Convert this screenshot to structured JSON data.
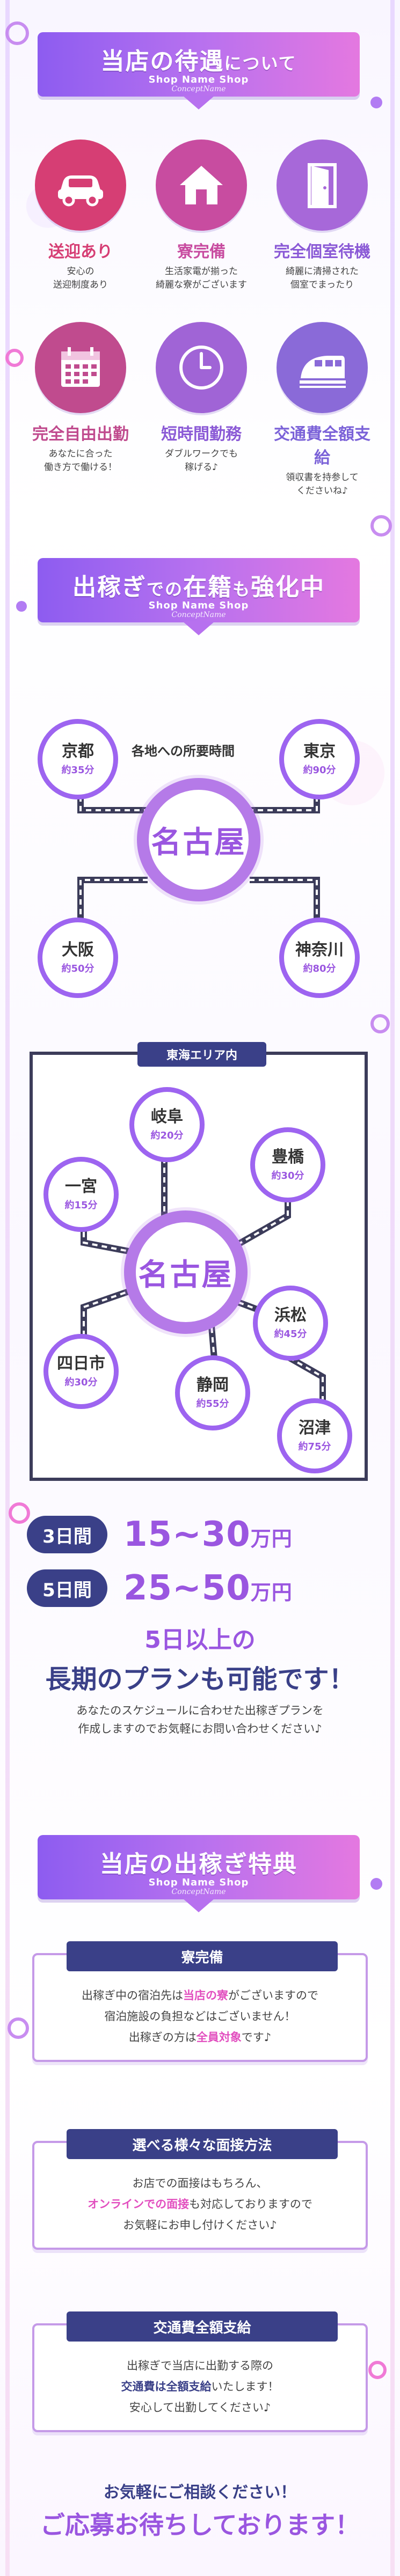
{
  "section1": {
    "title_main": "当店の待遇",
    "title_small": "について",
    "subtitle": "Shop Name Shop",
    "script": "ConceptName"
  },
  "treatments": [
    {
      "title": "送迎あり",
      "desc": "安心の\n送迎制度あり",
      "icon": "car-icon"
    },
    {
      "title": "寮完備",
      "desc": "生活家電が揃った\n綺麗な寮がございます",
      "icon": "house-icon"
    },
    {
      "title": "完全個室待機",
      "desc": "綺麗に清掃された\n個室でまったり",
      "icon": "door-icon"
    },
    {
      "title": "完全自由出勤",
      "desc": "あなたに合った\n働き方で働ける！",
      "icon": "calendar-icon"
    },
    {
      "title": "短時間勤務",
      "desc": "ダブルワークでも\n稼げる♪",
      "icon": "clock-icon"
    },
    {
      "title": "交通費全額支給",
      "desc": "領収書を持参して\nくださいね♪",
      "icon": "train-icon"
    }
  ],
  "colors": {
    "accent": "#9a56e0",
    "accent_pink": "#e24fbf",
    "navy": "#3a4088",
    "treat_red": "#d63e74",
    "treat_pink": "#c84ca0",
    "treat_purple": "#8b5ad6",
    "treat_violet": "#7b62d8"
  },
  "section2": {
    "title_a": "出稼ぎ",
    "title_b": "での",
    "title_c": "在籍",
    "title_d": "も",
    "title_e": "強化中",
    "subtitle": "Shop Name Shop",
    "script": "ConceptName"
  },
  "map1": {
    "label": "各地への所要時間",
    "center": "名古屋",
    "stations": [
      {
        "name": "京都",
        "time": "約35分"
      },
      {
        "name": "東京",
        "time": "約90分"
      },
      {
        "name": "大阪",
        "time": "約50分"
      },
      {
        "name": "神奈川",
        "time": "約80分"
      }
    ]
  },
  "map2": {
    "tab": "東海エリア内",
    "center": "名古屋",
    "stations": [
      {
        "name": "岐阜",
        "time": "約20分"
      },
      {
        "name": "一宮",
        "time": "約15分"
      },
      {
        "name": "豊橋",
        "time": "約30分"
      },
      {
        "name": "四日市",
        "time": "約30分"
      },
      {
        "name": "浜松",
        "time": "約45分"
      },
      {
        "name": "静岡",
        "time": "約55分"
      },
      {
        "name": "沼津",
        "time": "約75分"
      }
    ]
  },
  "prices": [
    {
      "tag": "3日間",
      "value": "15~30",
      "unit": "万円"
    },
    {
      "tag": "5日間",
      "value": "25~50",
      "unit": "万円"
    }
  ],
  "longterm": {
    "line1": "5日以上の",
    "line2": "長期のプランも可能です！",
    "line3a": "あなたのスケジュールに合わせた出稼ぎプランを",
    "line3b": "作成しますのでお気軽にお問い合わせください♪"
  },
  "section3": {
    "title_main": "当店の出稼ぎ特典",
    "subtitle": "Shop Name Shop",
    "script": "ConceptName"
  },
  "benefits": [
    {
      "head": "寮完備",
      "l1a": "出稼ぎ中の宿泊先は",
      "l1b": "当店の寮",
      "l1c": "がございますので",
      "l2": "宿泊施設の負担などはございません！",
      "l3a": "出稼ぎの方は",
      "l3b": "全員対象",
      "l3c": "です♪"
    },
    {
      "head": "選べる様々な面接方法",
      "l1": "お店での面接はもちろん、",
      "l2a": "オンラインでの面接",
      "l2b": "も対応しておりますので",
      "l3": "お気軽にお申し付けください♪"
    },
    {
      "head": "交通費全額支給",
      "l1": "出稼ぎで当店に出勤する際の",
      "l2a": "交通費は全額支給",
      "l2b": "いたします！",
      "l3": "安心して出勤してください♪"
    }
  ],
  "closing": {
    "line1": "お気軽にご相談ください！",
    "line2": "ご応募お待ちしております！"
  }
}
